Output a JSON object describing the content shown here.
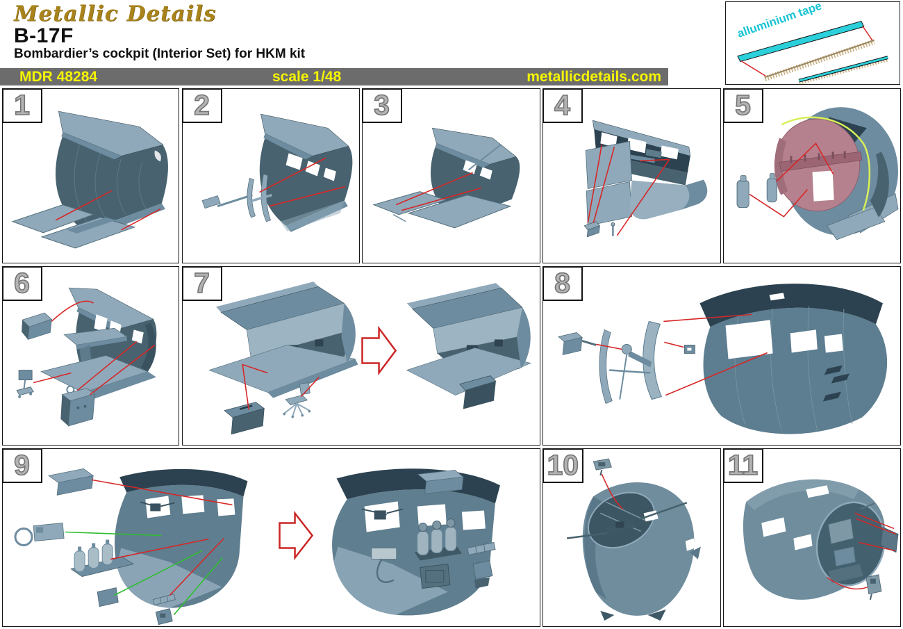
{
  "header": {
    "logo": "Metallic Details",
    "title": "B-17F",
    "subtitle": "Bombardier&#8217;s cockpit (Interior Set) for HKM kit"
  },
  "info_bar": {
    "product_code": "MDR 48284",
    "scale": "scale 1/48",
    "website": "metallicdetails.com"
  },
  "tape_note": {
    "label": "alluminium tape"
  },
  "steps": [
    {
      "number": "1"
    },
    {
      "number": "2"
    },
    {
      "number": "3"
    },
    {
      "number": "4"
    },
    {
      "number": "5"
    },
    {
      "number": "6"
    },
    {
      "number": "7"
    },
    {
      "number": "8"
    },
    {
      "number": "9"
    },
    {
      "number": "10"
    },
    {
      "number": "11"
    }
  ],
  "icons": {
    "assembly_arrow": "arrow-right"
  },
  "colors": {
    "info_bar_background": "#6c6c6c",
    "info_bar_text": "#f5f500",
    "logo_gold": "#a8831c",
    "tape_cyan": "#2bd0da",
    "etched_comb_tan": "#c9b184",
    "assembly_line_red": "#d62828",
    "assembly_line_green": "#2fbe2f",
    "part_light": "#8fa9ba",
    "part_mid": "#6d8ca0",
    "part_dark": "#48626f",
    "part_darkest": "#2c4250",
    "bulkhead_pink": "#b5818e",
    "alignment_ring_yellow_green": "#d9ef57",
    "step_number_gray": "#b3b3b3"
  }
}
